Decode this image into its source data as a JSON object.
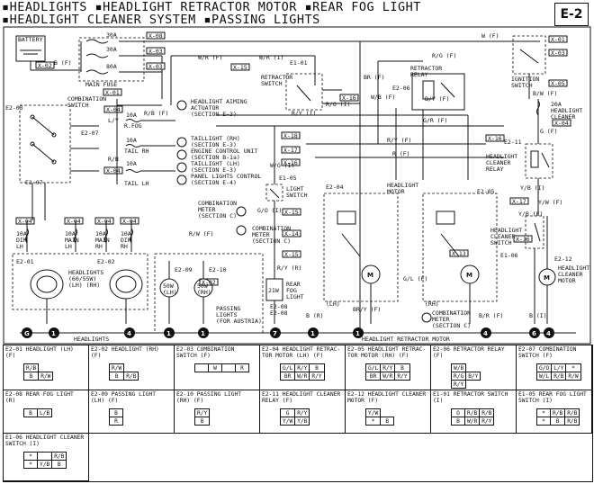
{
  "header": {
    "line1": "▪HEADLIGHTS ▪HEADLIGHT RETRACTOR MOTOR ▪REAR FOG LIGHT",
    "line2": "▪HEADLIGHT CLEANER SYSTEM ▪PASSING LIGHTS",
    "code": "E-2"
  },
  "components": {
    "battery": "BATTERY",
    "main_fuse": "MAIN FUSE",
    "fuse30a_1": "30A",
    "fuse30a_2": "30A",
    "fuse80a": "80A",
    "combination_switch": "COMBINATION\nSWITCH",
    "retractor_switch": "RETRACTOR\nSWITCH",
    "retractor_relay": "RETRACTOR\nRELAY",
    "ignition_switch": "IGNITION\nSWITCH",
    "headlight_cleaner_fuse": "20A\nHEADLIGHT\nCLEANER",
    "headlight_cleaner_relay": "HEADLIGHT\nCLEANER\nRELAY",
    "headlight_cleaner_switch": "HEADLIGHT\nCLEANER\nSWITCH",
    "headlight_cleaner_motor": "HEADLIGHT\nCLEANER\nMOTOR",
    "light_switch": "LIGHT\nSWITCH",
    "rear_fog_light": "REAR\nFOG\nLIGHT",
    "rear_fog_label": "21W",
    "headlights": "HEADLIGHTS\n(60/55W)\n(LH) (RH)",
    "passing_lights": "PASSING\nLIGHTS\n(FOR AUSTRIA)",
    "passing_lh": "50W\n(LH)",
    "passing_rh": "50W\n(RH)",
    "headlight_motor_lh": "(LH)",
    "headlight_motor_rh": "(RH)",
    "headlight_motor": "HEADLIGHT\nMOTOR",
    "combination_meter_a": "COMBINATION\nMETER\n(SECTION C)",
    "combination_meter_b": "COMBINATION\nMETER\n(SECTION C)",
    "combination_meter_c": "COMBINATION\nMETER\n(SECTION C)",
    "headlight_aiming": "HEADLIGHT AIMING\nACTUATOR\n(SECTION E-3)",
    "taillight_rh": "TAILLIGHT (RH)\n(SECTION E-3)",
    "engine_control": "ENGINE CONTROL UNIT\n(SECTION B-1a)",
    "taillight_lh": "TAILLIGHT (LH)\n(SECTION E-3)",
    "panel_lights": "PANEL LIGHTS CONTROL\n(SECTION E-4)",
    "fuses": [
      "10A\nDIM\nLH",
      "10A\nMAIN\nLH",
      "10A\nMAIN\nRH",
      "10A\nDIM\nRH"
    ],
    "tail_rh": "TAIL RH",
    "tail_lh": "TAIL LH",
    "r_fog": "R.FOG",
    "fuse_10a_a": "10A",
    "fuse_10a_b": "10A",
    "fuse_10a_c": "10A"
  },
  "refs": [
    "X-08",
    "X-03",
    "X-03",
    "X-02",
    "X-01",
    "X-15",
    "X-16",
    "X-01",
    "X-03",
    "X-05",
    "X-04",
    "X-04",
    "X-04",
    "X-04",
    "X-04",
    "X-04",
    "X-18",
    "X-17",
    "X-16",
    "X-15",
    "X-14",
    "X-15",
    "X-16",
    "X-17",
    "X-16",
    "X-13",
    "X-02",
    "X-04"
  ],
  "connectors": [
    "E2-01",
    "E2-02",
    "E2-03",
    "E2-04",
    "E2-05",
    "E2-06",
    "E2-07",
    "E2-08",
    "E2-09",
    "E2-10",
    "E2-11",
    "E2-12",
    "E1-01",
    "E1-05",
    "E1-06",
    "E2-07",
    "E2-08"
  ],
  "wire_labels": [
    "B (F)",
    "W/R (F)",
    "W/R (I)",
    "R/G (F)",
    "B/W (F)",
    "G/R (F)",
    "R/Y (F)",
    "R (F)",
    "R/O (I)",
    "R/Y (I)",
    "L/Y",
    "W/G (I)",
    "Y/B (I)",
    "R/B",
    "G/O (I)",
    "R/W (F)",
    "B (I)",
    "Y/W (F)",
    "G (F)",
    "Y/B (F)",
    "G/L (F)",
    "W/B (F)",
    "B/Y (F)",
    "BR (F)",
    "R/B (F)",
    "R/Y (R)",
    "W (F)",
    "B (R)",
    "BR/Y (F)",
    "B/R (F)"
  ],
  "ground_labels": {
    "g_left": "G",
    "headlights": "HEADLIGHTS",
    "retractor": "HEADLIGHT RETRACTOR MOTOR",
    "gnd_nums": [
      "1",
      "4",
      "1",
      "1",
      "7",
      "1",
      "1",
      "4",
      "6",
      "4"
    ]
  },
  "legend": [
    {
      "title": "E2-01 HEADLIGHT (LH) (F)",
      "rows": [
        [
          "R/B"
        ],
        [
          "B",
          "R/W"
        ]
      ]
    },
    {
      "title": "E2-02 HEADLIGHT (RH) (F)",
      "rows": [
        [
          "R/W"
        ],
        [
          "B",
          "R/B"
        ]
      ]
    },
    {
      "title": "E2-03 COMBINATION\nSWITCH (F)",
      "rows": [
        [
          "",
          "W",
          "",
          "R"
        ]
      ]
    },
    {
      "title": "E2-04 HEADLIGHT RETRAC-\nTOR MOTOR (LH) (F)",
      "rows": [
        [
          "G/L",
          "R/Y",
          "B"
        ],
        [
          "BR",
          "W/R",
          "R/Y"
        ]
      ]
    },
    {
      "title": "E2-05 HEADLIGHT RETRAC-\nTOR MOTOR (RH) (F)",
      "rows": [
        [
          "G/L",
          "R/Y",
          "B"
        ],
        [
          "BR",
          "W/R",
          "R/Y"
        ]
      ]
    },
    {
      "title": "E2-06 RETRACTOR RELAY\n(F)",
      "rows": [
        [
          "W/B"
        ],
        [
          "R/G",
          "B/Y"
        ],
        [
          "R/Y"
        ]
      ]
    },
    {
      "title": "E2-07 COMBINATION\nSWITCH (F)",
      "rows": [
        [
          "G/O",
          "L/Y",
          "*"
        ],
        [
          "W/L",
          "R/B",
          "R/W"
        ]
      ]
    },
    {
      "title": "E2-08 REAR FOG LIGHT\n(R)",
      "rows": [
        [
          "B",
          "L/B"
        ]
      ]
    },
    {
      "title": "E2-09 PASSING LIGHT\n(LH) (F)",
      "rows": [
        [
          "B"
        ],
        [
          "R"
        ]
      ]
    },
    {
      "title": "E2-10 PASSING LIGHT\n(RH) (F)",
      "rows": [
        [
          "R/Y"
        ],
        [
          "B"
        ]
      ]
    },
    {
      "title": "E2-11 HEADLIGHT CLEANER\nRELAY (F)",
      "rows": [
        [
          "G",
          "R/Y"
        ],
        [
          "Y/W",
          "Y/B"
        ]
      ]
    },
    {
      "title": "E2-12 HEADLIGHT CLEANER\nMOTOR (F)",
      "rows": [
        [
          "Y/W"
        ],
        [
          "*",
          "B"
        ]
      ]
    },
    {
      "title": "E1-01 RETRACTOR SWITCH\n(I)",
      "rows": [
        [
          "O",
          "R/B",
          "R/B"
        ],
        [
          "B",
          "W/R",
          "R/Y"
        ]
      ]
    },
    {
      "title": "E1-05 REAR FOG LIGHT\nSWITCH (I)",
      "rows": [
        [
          "*",
          "R/B",
          "R/B"
        ],
        [
          "*",
          "B",
          "R/B"
        ]
      ]
    },
    {
      "title": "E1-06 HEADLIGHT CLEANER\nSWITCH (I)",
      "rows": [
        [
          "*",
          "",
          "R/B"
        ],
        [
          "*",
          "Y/B",
          "B"
        ]
      ]
    }
  ]
}
